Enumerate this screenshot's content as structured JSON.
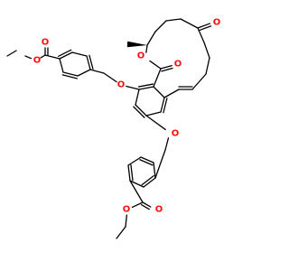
{
  "molecule": {
    "colors": {
      "bond": "#000000",
      "oxygen": "#ff0d0d"
    },
    "atom_symbols": {
      "oxygen": "O"
    },
    "stereo": {
      "methyl_wedge": "bold-wedge"
    },
    "double_bond_geometry": "E"
  }
}
